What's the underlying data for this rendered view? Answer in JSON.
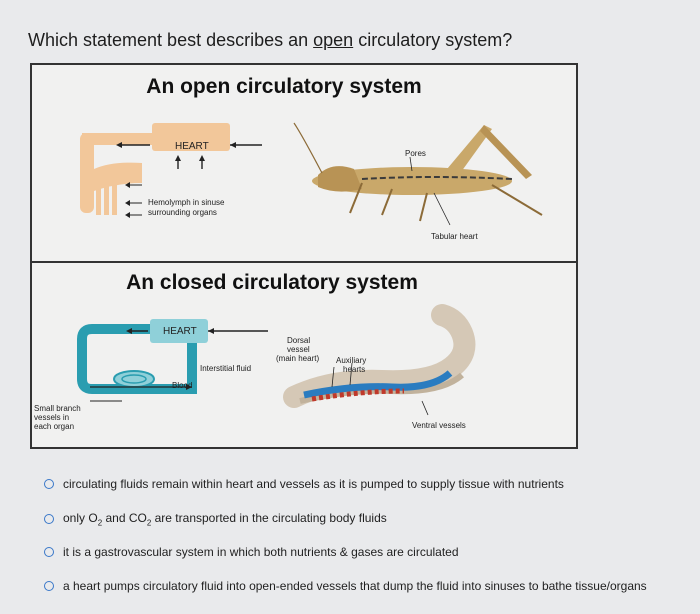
{
  "question": {
    "prefix": "Which statement best describes an ",
    "underlined": "open",
    "suffix": " circulatory system?"
  },
  "figure": {
    "open": {
      "title": "An open circulatory system",
      "heart_label": "HEART",
      "hemolymph_label_1": "Hemolymph in sinuse",
      "hemolymph_label_2": "surrounding organs",
      "pores_label": "Pores",
      "tubular_heart_label": "Tabular heart"
    },
    "closed": {
      "title": "An closed circulatory system",
      "heart_label": "HEART",
      "interstitial_label": "Interstitial fluid",
      "blood_label": "Blood",
      "small_branch_1": "Small branch",
      "small_branch_2": "vessels in",
      "small_branch_3": "each organ",
      "dorsal_1": "Dorsal",
      "dorsal_2": "vessel",
      "dorsal_3": "(main heart)",
      "auxiliary_1": "Auxiliary",
      "auxiliary_2": "hearts",
      "ventral_label": "Ventral vessels"
    }
  },
  "options": [
    {
      "id": "a",
      "text": "circulating fluids remain within heart and vessels as it is pumped to supply tissue with nutrients"
    },
    {
      "id": "b",
      "pre": "only O",
      "sub1": "2",
      "mid": " and CO",
      "sub2": "2",
      "post": " are transported in the circulating body fluids"
    },
    {
      "id": "c",
      "text": "it is a gastrovascular system in which both nutrients & gases are circulated"
    },
    {
      "id": "d",
      "text": "a heart pumps circulatory fluid into open-ended vessels that dump the fluid into sinuses to bathe tissue/organs"
    }
  ],
  "colors": {
    "radio": "#3a78c9",
    "open_diagram": "#f2c79a",
    "closed_vessel": "#2a9db0",
    "closed_vessel_light": "#8fd0d9"
  }
}
